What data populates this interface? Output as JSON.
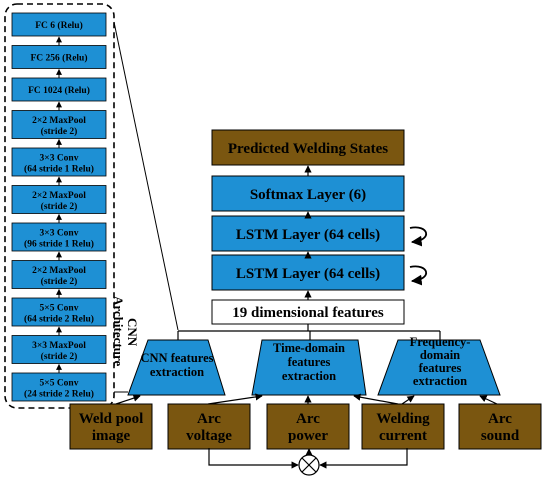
{
  "colors": {
    "blue": "#1e90d4",
    "brown": "#7a5610",
    "line": "#000000",
    "white": "#ffffff"
  },
  "cnn": {
    "label": "CNN\nArchitecture",
    "layers": [
      "FC 6 (Relu)",
      "FC 256 (Relu)",
      "FC 1024 (Relu)",
      "2×2 MaxPool\n(stride 2)",
      "3×3 Conv\n(64 stride 1 Relu)",
      "2×2 MaxPool\n(stride 2)",
      "3×3 Conv\n(96 stride 1 Relu)",
      "2×2 MaxPool\n(stride 2)",
      "5×5 Conv\n(64 stride 2 Relu)",
      "3×3 MaxPool\n(stride 2)",
      "5×5 Conv\n(24 stride 2 Relu)"
    ]
  },
  "stack": {
    "predicted": "Predicted Welding States",
    "softmax": "Softmax Layer (6)",
    "lstm_top": "LSTM  Layer (64 cells)",
    "lstm_bottom": "LSTM  Layer (64 cells)",
    "features": "19 dimensional features"
  },
  "extractors": [
    {
      "label": "CNN features\nextraction"
    },
    {
      "label": "Time-domain\nfeatures\nextraction"
    },
    {
      "label": "Frequency-\ndomain\nfeatures\nextraction"
    }
  ],
  "inputs": [
    "Weld pool\nimage",
    "Arc\nvoltage",
    "Arc\npower",
    "Welding\ncurrent",
    "Arc\nsound"
  ],
  "multiply_symbol": "⊗"
}
